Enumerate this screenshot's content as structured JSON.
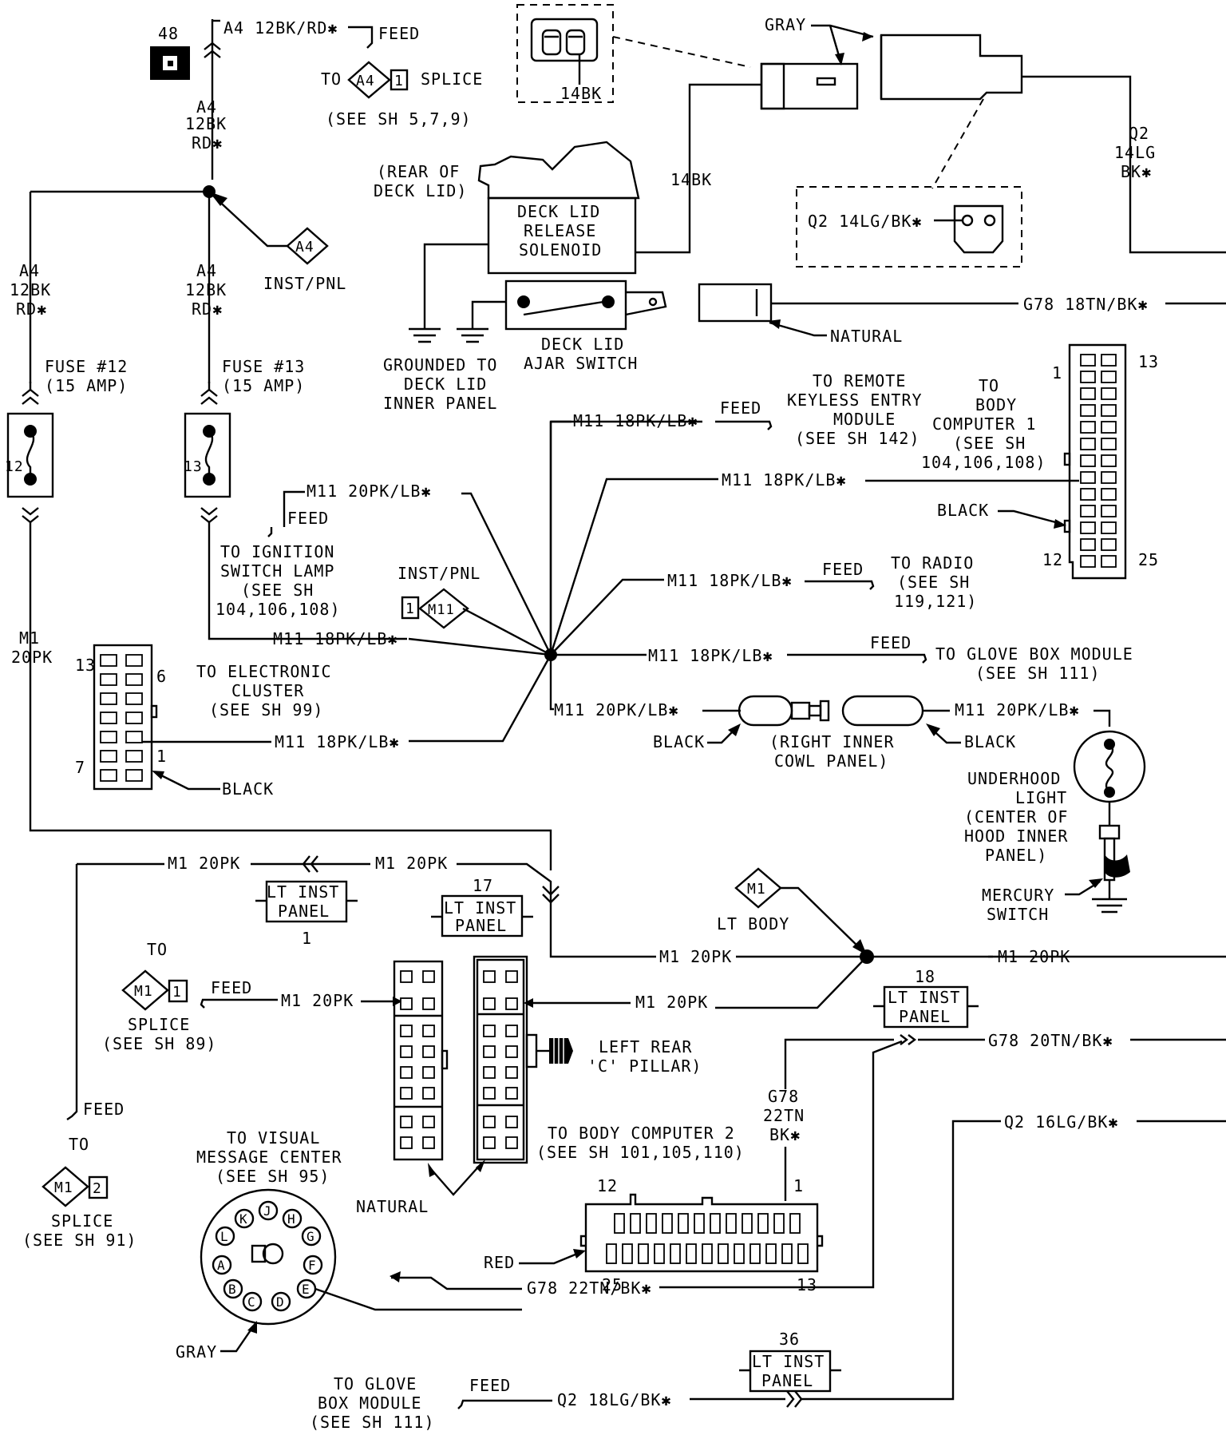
{
  "labels": {
    "conn48": "48",
    "a4_top": "A4 12BK/RD✱",
    "feed1": "FEED",
    "to1": "TO",
    "a4_diamond": "A4",
    "splice_1": "1",
    "splice1": "SPLICE",
    "see_5_7_9": "(SEE SH 5,7,9)",
    "a4_mid1": "A4",
    "a4_mid2": "12BK",
    "a4_mid3": "RD✱",
    "a4_inst_diamond": "A4",
    "inst_pnl1": "INST/PNL",
    "a4_left1": "A4",
    "a4_left2": "12BK",
    "a4_left3": "RD✱",
    "a4_right1": "A4",
    "a4_right2": "12BK",
    "a4_right3": "RD✱",
    "fuse12": "FUSE #12",
    "fuse12amp": "(15 AMP)",
    "fuse12_num": "12",
    "fuse13": "FUSE #13",
    "fuse13amp": "(15 AMP)",
    "fuse13_num": "13",
    "m1_left1": "M1",
    "m1_left2": "20PK",
    "m11_20_top": "M11 20PK/LB✱",
    "feed_ign": "FEED",
    "to_ign1": "TO IGNITION",
    "to_ign2": "SWITCH LAMP",
    "to_ign3": "(SEE SH",
    "to_ign4": "104,106,108)",
    "m11_18_ign": "M11 18PK/LB✱",
    "inst_pnl2": "INST/PNL",
    "m11_diamond": "M11",
    "m11_diamond_num": "1",
    "c13": "13",
    "c6": "6",
    "c7": "7",
    "c1": "1",
    "to_ec1": "TO ELECTRONIC",
    "to_ec2": "CLUSTER",
    "to_ec3": "(SEE SH 99)",
    "m11_18_ec": "M11 18PK/LB✱",
    "black_ec": "BLACK",
    "rear_deck1": "(REAR OF",
    "rear_deck2": "DECK LID)",
    "sol1": "DECK LID",
    "sol2": "RELEASE",
    "sol3": "SOLENOID",
    "bk14_v": "14BK",
    "bk14_box": "14BK",
    "gray_top": "GRAY",
    "q2_1": "Q2",
    "q2_2": "14LG",
    "q2_3": "BK✱",
    "q2_box": "Q2 14LG/BK✱",
    "ajar1": "DECK LID",
    "ajar2": "AJAR SWITCH",
    "gnd1": "GROUNDED TO",
    "gnd2": "DECK LID",
    "gnd3": "INNER PANEL",
    "g78_18": "G78 18TN/BK✱",
    "natural_top": "NATURAL",
    "m11_rke": "M11 18PK/LB✱",
    "feed_rke": "FEED",
    "rke1": "TO REMOTE",
    "rke2": "KEYLESS ENTRY",
    "rke3": "MODULE",
    "rke4": "(SEE SH 142)",
    "bc1_1": "TO",
    "bc1_2": "BODY",
    "bc1_3": "COMPUTER 1",
    "bc1_4": "(SEE SH",
    "bc1_5": "104,106,108)",
    "bc1_13": "13",
    "bc1_1n": "1",
    "bc1_12": "12",
    "bc1_25": "25",
    "black_bc1": "BLACK",
    "m11_bc1": "M11 18PK/LB✱",
    "m11_radio": "M11 18PK/LB✱",
    "feed_radio": "FEED",
    "radio1": "TO RADIO",
    "radio2": "(SEE SH",
    "radio3": "119,121)",
    "m11_glove": "M11 18PK/LB✱",
    "feed_glove": "FEED",
    "glove1": "TO GLOVE BOX MODULE",
    "glove2": "(SEE SH 111)",
    "m11_20_cowl": "M11 20PK/LB✱",
    "m11_20_right": "M11 20PK/LB✱",
    "black_cowl_l": "BLACK",
    "black_cowl_r": "BLACK",
    "cowl1": "(RIGHT INNER",
    "cowl2": "COWL PANEL)",
    "uh1": "UNDERHOOD",
    "uh2": "LIGHT",
    "uh3": "(CENTER OF",
    "uh4": "HOOD INNER",
    "uh5": "PANEL)",
    "merc1": "MERCURY",
    "merc2": "SWITCH",
    "m1_20_a": "M1 20PK",
    "m1_20_b": "M1 20PK",
    "lt_inst_1a": "LT INST",
    "lt_inst_1b": "PANEL",
    "lt_inst_1n": "1",
    "lt_inst_17a": "LT INST",
    "lt_inst_17b": "PANEL",
    "lt_inst_17n": "17",
    "m1_diamond": "M1",
    "lt_body": "LT BODY",
    "m1_20_c": "M1 20PK",
    "m1_20_d": "M1 20PK",
    "lt_inst_18n": "18",
    "lt_inst_18a": "LT INST",
    "lt_inst_18b": "PANEL",
    "to_sp89": "TO",
    "m1_sp89": "M1",
    "sp89_num": "1",
    "feed_sp89": "FEED",
    "m1_20_sp89": "M1 20PK",
    "m1_20_e": "M1 20PK",
    "sp89_1": "SPLICE",
    "sp89_2": "(SEE SH 89)",
    "pillar1": "LEFT REAR",
    "pillar2": "'C' PILLAR)",
    "g78_20": "G78 20TN/BK✱",
    "feed_91": "FEED",
    "to_91": "TO",
    "m1_91": "M1",
    "sp91_num": "2",
    "sp91_1": "SPLICE",
    "sp91_2": "(SEE SH 91)",
    "vmc1": "TO VISUAL",
    "vmc2": "MESSAGE CENTER",
    "vmc3": "(SEE SH 95)",
    "natural_bot": "NATURAL",
    "bc2_1": "TO BODY COMPUTER 2",
    "bc2_2": "(SEE SH 101,105,110)",
    "g78_22_1": "G78",
    "g78_22_2": "22TN",
    "g78_22_3": "BK✱",
    "q2_16": "Q2 16LG/BK✱",
    "bc2_12": "12",
    "bc2_1n": "1",
    "bc2_25": "25",
    "bc2_13": "13",
    "red": "RED",
    "g78_22_h": "G78 22TN/BK✱",
    "gray_bot": "GRAY",
    "lt_inst_36n": "36",
    "lt_inst_36a": "LT INST",
    "lt_inst_36b": "PANEL",
    "gb1": "TO GLOVE",
    "gb2": "BOX MODULE",
    "gb3": "(SEE SH 111)",
    "feed_gb": "FEED",
    "q2_18": "Q2 18LG/BK✱",
    "pin_K": "K",
    "pin_J": "J",
    "pin_H": "H",
    "pin_L": "L",
    "pin_G": "G",
    "pin_A": "A",
    "pin_F": "F",
    "pin_B": "B",
    "pin_E": "E",
    "pin_C": "C",
    "pin_D": "D"
  }
}
